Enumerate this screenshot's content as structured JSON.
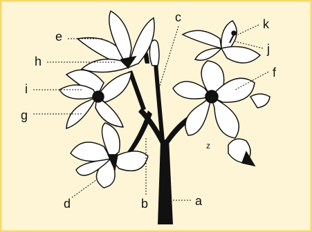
{
  "figure": {
    "labels": {
      "a": "a",
      "b": "b",
      "c": "c",
      "d": "d",
      "e": "e",
      "f": "f",
      "g": "g",
      "h": "h",
      "i": "i",
      "j": "j",
      "k": "k",
      "z": "z"
    },
    "colors": {
      "background": "#fdf5d6",
      "frame": "#f6d96a",
      "ink": "#111111",
      "petal": "#ffffff"
    }
  }
}
